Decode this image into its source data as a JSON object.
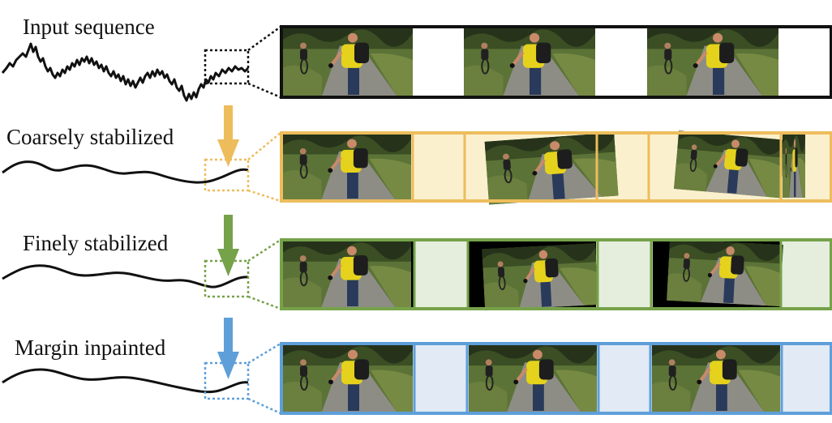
{
  "labels": {
    "input": "Input sequence",
    "coarse": "Coarsely stabilized",
    "fine": "Finely stabilized",
    "inpainted": "Margin inpainted"
  },
  "colors": {
    "input": "#111111",
    "coarse": "#EDBD5C",
    "coarse_fill": "#FBF0CD",
    "fine": "#76A24A",
    "fine_fill": "#E5EEDD",
    "inpainted": "#5E9FD9",
    "inpainted_fill": "#E1EAF5",
    "road": "#8f8f88",
    "foliage": "#50652f",
    "foliage_dark": "#34451f",
    "shirt": "#E5D21C",
    "pants": "#2a3a5a",
    "backpack": "#222222",
    "skin": "#c98a6a"
  },
  "icons": {
    "down_arrow": "down-arrow-icon",
    "zoom_box": "zoom-box-icon"
  }
}
